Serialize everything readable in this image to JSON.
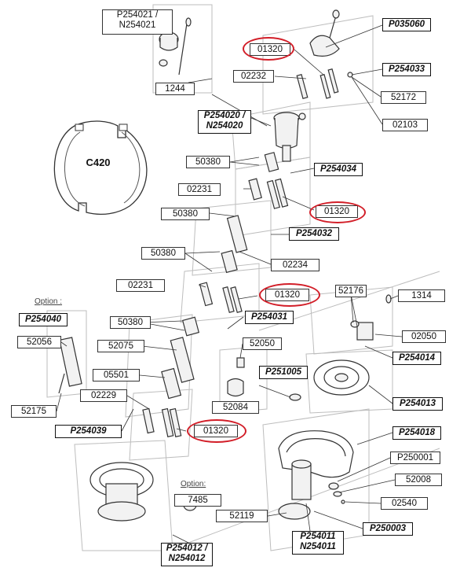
{
  "labels": {
    "p254021": "P254021 /\nN254021",
    "l1244": "1244",
    "p035060": "P035060",
    "l01320_a": "01320",
    "l02232": "02232",
    "p254033": "P254033",
    "l52172": "52172",
    "p254020": "P254020 /\nN254020",
    "l02103": "02103",
    "c420": "C420",
    "l50380_a": "50380",
    "p254034": "P254034",
    "l02231_a": "02231",
    "l01320_b": "01320",
    "l50380_b": "50380",
    "p254032": "P254032",
    "l50380_c": "50380",
    "l02234": "02234",
    "l02231_b": "02231",
    "l01320_c": "01320",
    "l52176": "52176",
    "l1314": "1314",
    "option_a": "Option :",
    "p254040": "P254040",
    "l50380_d": "50380",
    "p254031": "P254031",
    "l52056": "52056",
    "l02050": "02050",
    "l52075": "52075",
    "l52050": "52050",
    "p254014": "P254014",
    "l05501": "05501",
    "p251005": "P251005",
    "l02229": "02229",
    "p254013": "P254013",
    "l52175": "52175",
    "l52084": "52084",
    "p254039": "P254039",
    "l01320_d": "01320",
    "p254018": "P254018",
    "p250001": "P250001",
    "option_b": "Option:",
    "l52008": "52008",
    "l7485": "7485",
    "l02540": "02540",
    "l52119": "52119",
    "p250003": "P250003",
    "p254011": "P254011\nN254011",
    "p254012": "P254012 /\nN254012"
  },
  "colors": {
    "line": "#333333",
    "highlight": "#d21e28",
    "part_fill": "#f2f2f2",
    "panel": "#bdbdbd"
  }
}
